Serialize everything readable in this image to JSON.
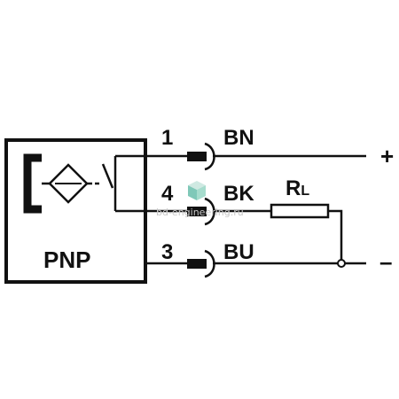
{
  "sensor": {
    "type_label": "PNP",
    "symbol": "inductive-proximity-sensor-icon"
  },
  "wires": [
    {
      "pin": "1",
      "color_code": "BN",
      "terminal": "+"
    },
    {
      "pin": "4",
      "color_code": "BK"
    },
    {
      "pin": "3",
      "color_code": "BU",
      "terminal": "–"
    }
  ],
  "load": {
    "label_main": "R",
    "label_sub": "L"
  },
  "watermark": {
    "text": "bd-engineering.ru"
  },
  "colors": {
    "line": "#111111",
    "watermark": "#c9c9c9",
    "logo_teal": "#7fc8b8",
    "logo_light": "#cfe9e2"
  }
}
